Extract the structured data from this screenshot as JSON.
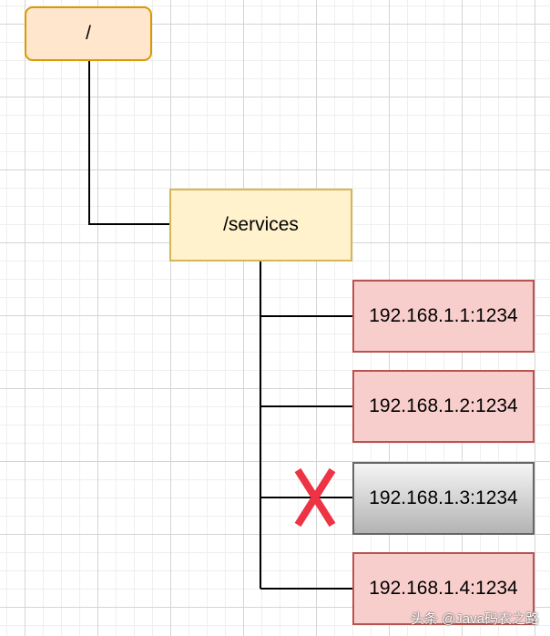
{
  "diagram": {
    "root": {
      "label": "/"
    },
    "services": {
      "label": "/services"
    },
    "instances": [
      {
        "label": "192.168.1.1:1234",
        "status": "up"
      },
      {
        "label": "192.168.1.2:1234",
        "status": "up"
      },
      {
        "label": "192.168.1.3:1234",
        "status": "down"
      },
      {
        "label": "192.168.1.4:1234",
        "status": "up"
      }
    ],
    "fail_mark": {
      "icon": "x-icon",
      "color": "#ee3344"
    }
  },
  "colors": {
    "root_fill": "#ffe6cc",
    "root_border": "#d79b00",
    "services_fill": "#fff2cc",
    "services_border": "#d6b656",
    "instance_fill": "#f8cecc",
    "instance_border": "#b85450",
    "down_border": "#666666"
  },
  "watermark": {
    "text": "头条 @Java码农之路"
  }
}
